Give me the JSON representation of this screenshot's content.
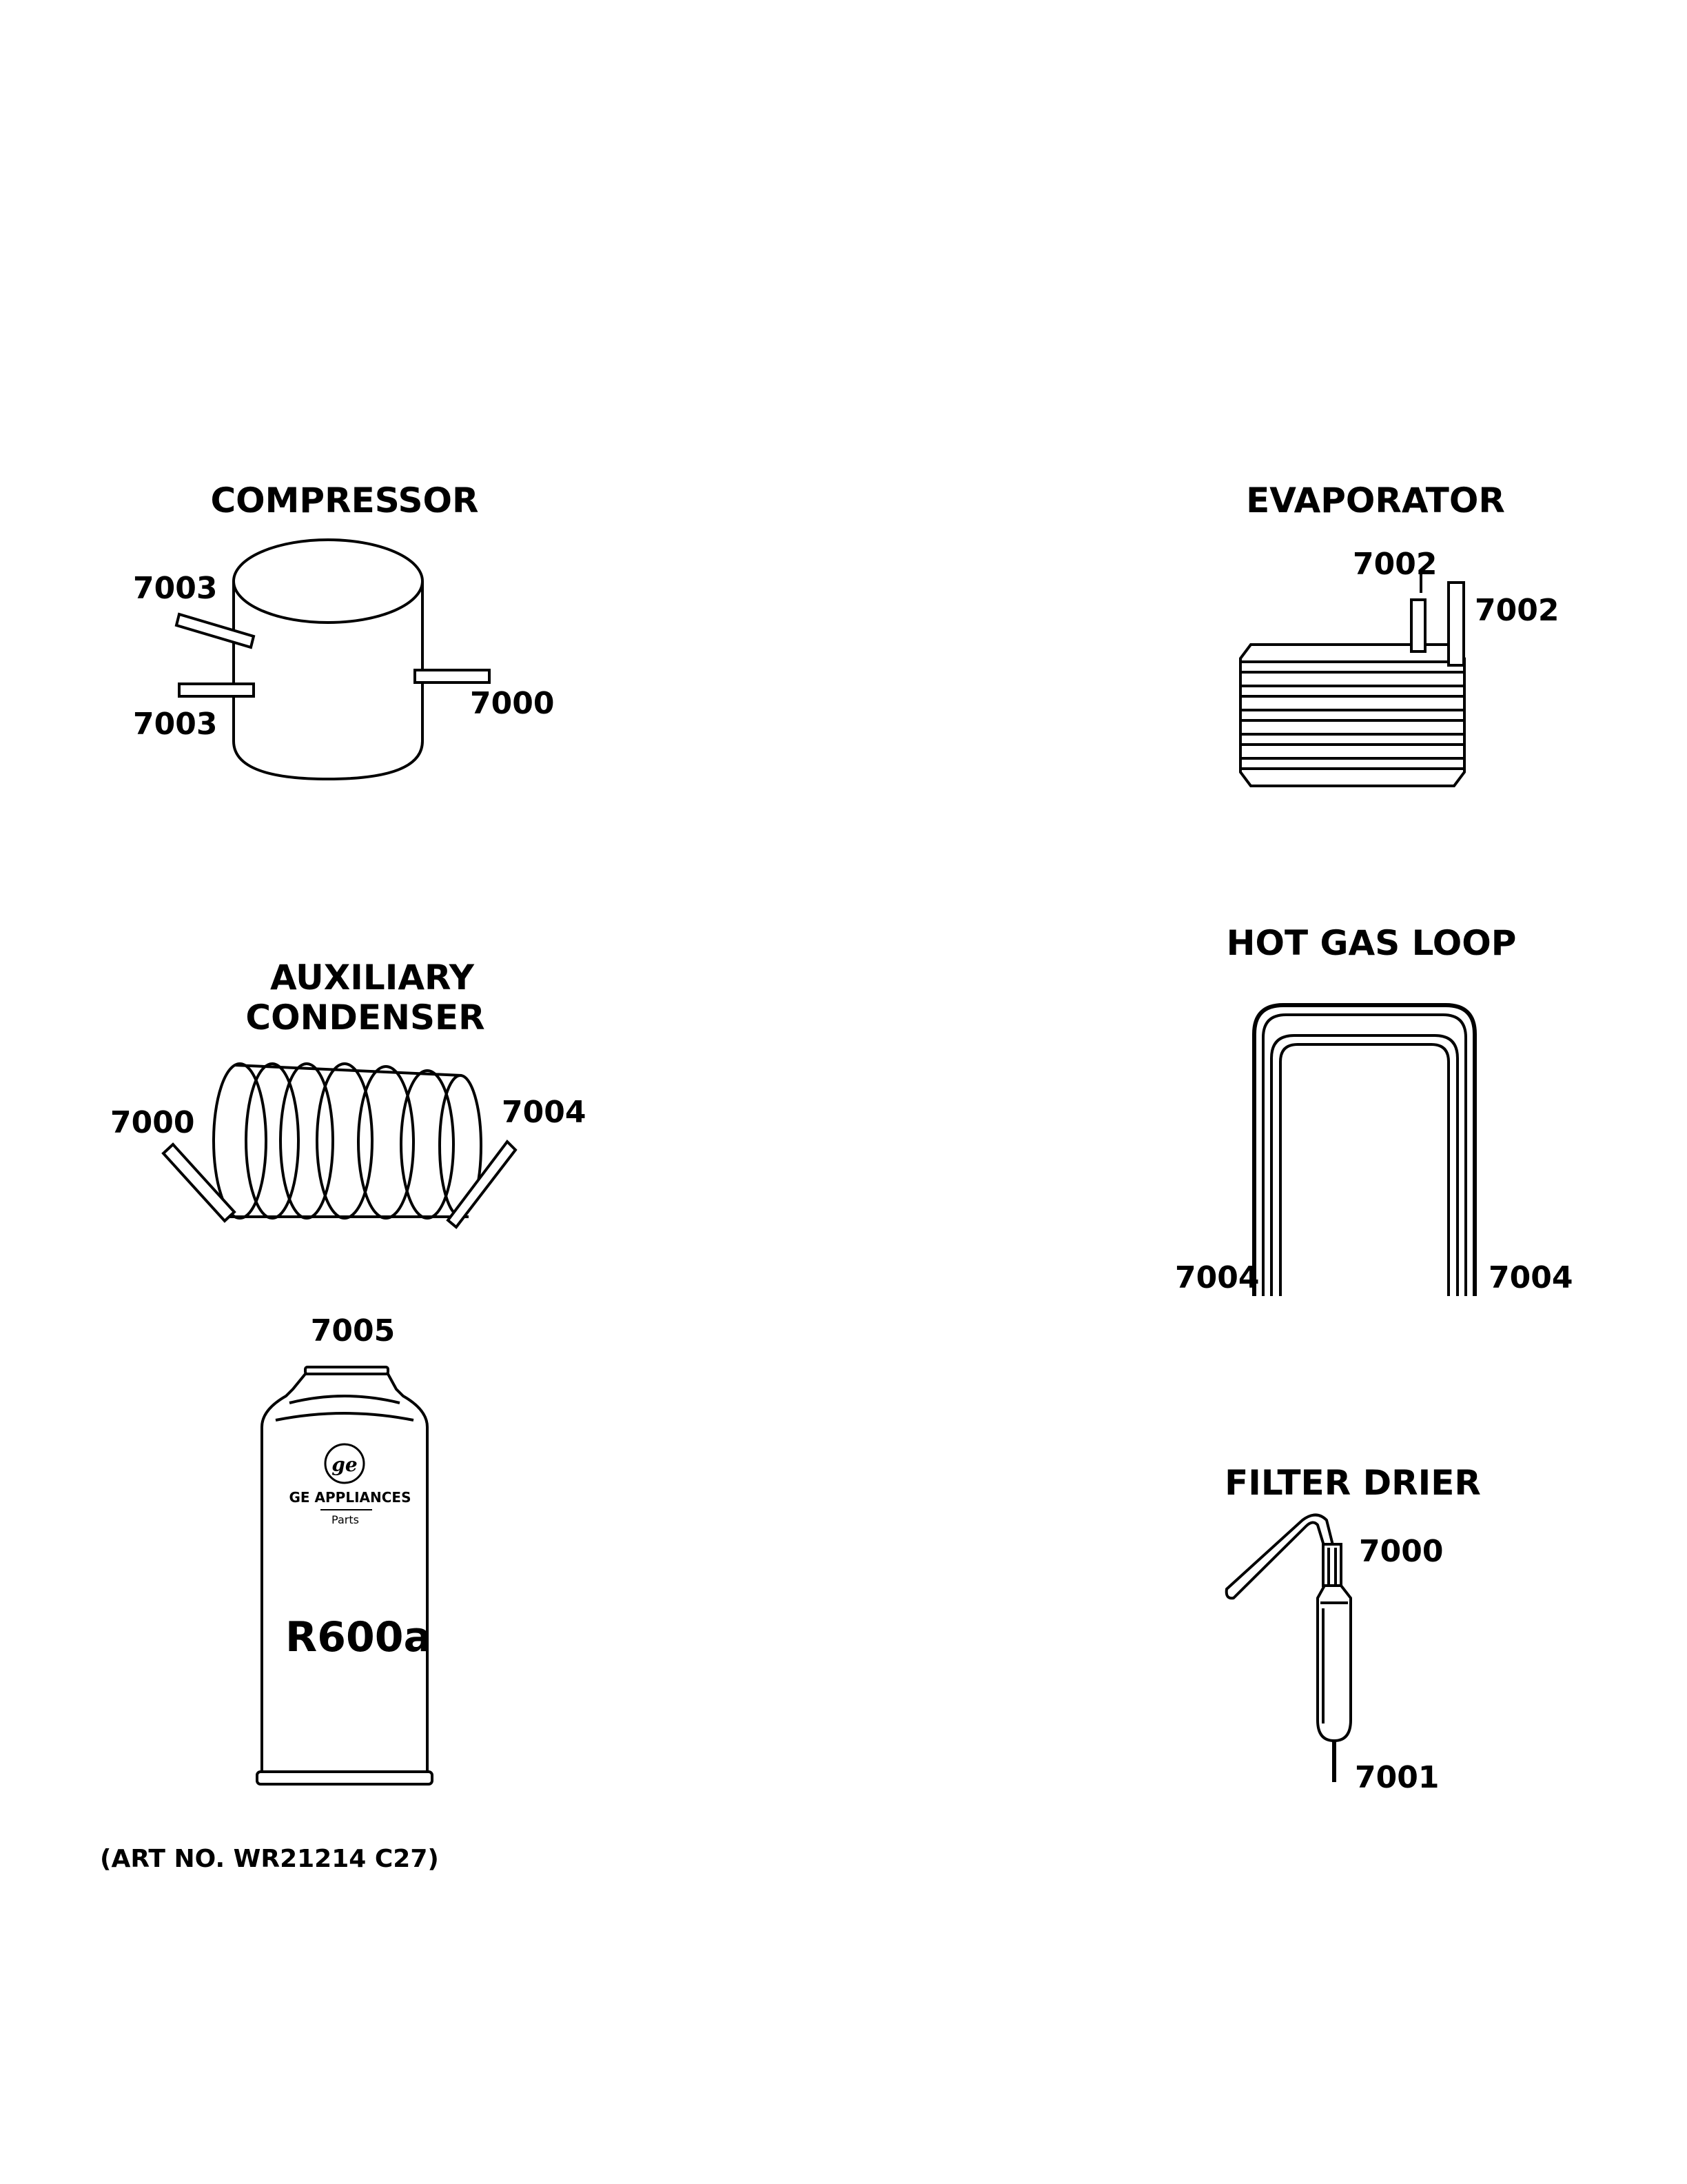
{
  "sections": {
    "compressor": {
      "title": "COMPRESSOR",
      "labels": [
        "7003",
        "7003",
        "7000"
      ]
    },
    "evaporator": {
      "title": "EVAPORATOR",
      "labels": [
        "7002",
        "7002"
      ]
    },
    "auxiliary_condenser": {
      "title_line1": "AUXILIARY",
      "title_line2": "CONDENSER",
      "labels": [
        "7000",
        "7004"
      ]
    },
    "hot_gas_loop": {
      "title": "HOT GAS LOOP",
      "labels": [
        "7004",
        "7004"
      ]
    },
    "refrigerant_can": {
      "label": "7005",
      "brand": "GE APPLIANCES",
      "brand_sub": "Parts",
      "refrigerant": "R600a"
    },
    "filter_drier": {
      "title": "FILTER DRIER",
      "labels": [
        "7000",
        "7001"
      ]
    }
  },
  "art_number": "(ART NO. WR21214 C27)"
}
